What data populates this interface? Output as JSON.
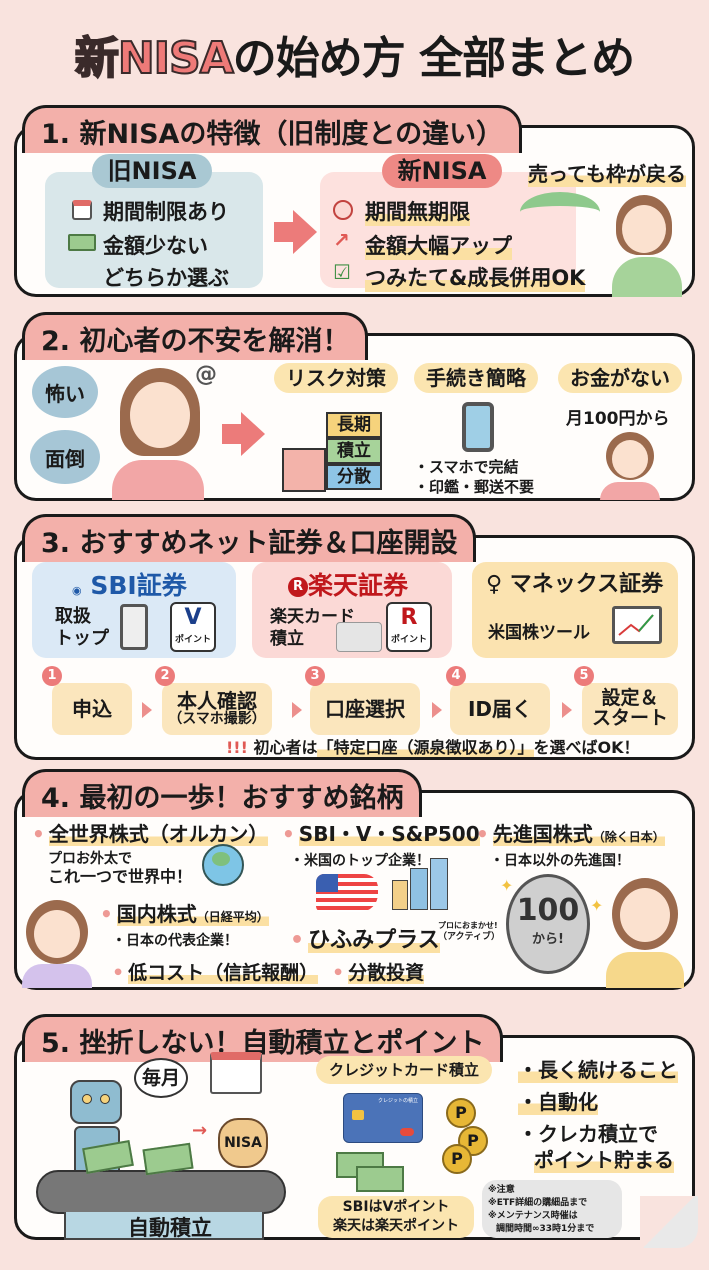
{
  "title": {
    "highlight": "新NISA",
    "rest": "の始め方 全部まとめ"
  },
  "section1": {
    "heading": "1. 新NISAの特徴（旧制度との違い）",
    "old": {
      "label": "旧NISA",
      "items": [
        "期間制限あり",
        "金額少ない",
        "どちらか選ぶ"
      ]
    },
    "new": {
      "label": "新NISA",
      "items": [
        "期間無期限",
        "金額大幅アップ",
        "つみたて&成長併用OK"
      ]
    },
    "callout": "売っても枠が戻る"
  },
  "section2": {
    "heading": "2. 初心者の不安を解消！",
    "worries": [
      "怖い",
      "面倒"
    ],
    "solutions": [
      {
        "label": "リスク対策",
        "blocks": [
          "長期",
          "積立",
          "分散"
        ]
      },
      {
        "label": "手続き簡略",
        "bullets": [
          "・スマホで完結",
          "・印鑑・郵送不要"
        ]
      },
      {
        "label": "お金がない",
        "note": "月100円から"
      }
    ]
  },
  "section3": {
    "heading": "3. おすすめネット証券＆口座開設",
    "brokers": [
      {
        "name": "SBI証券",
        "logo": "SBI",
        "feature": [
          "取扱",
          "トップ"
        ],
        "point_badge": "ポイント",
        "point_letter": "V"
      },
      {
        "name": "楽天証券",
        "logo": "R",
        "feature": [
          "楽天カード",
          "積立"
        ],
        "point_badge": "ポイント",
        "point_letter": "R"
      },
      {
        "name": "マネックス証券",
        "feature": [
          "米国株ツール"
        ]
      }
    ],
    "steps": [
      {
        "num": "1",
        "label": "申込",
        "sub": ""
      },
      {
        "num": "2",
        "label": "本人確認",
        "sub": "（スマホ撮影）"
      },
      {
        "num": "3",
        "label": "口座選択",
        "sub": ""
      },
      {
        "num": "4",
        "label": "ID届く",
        "sub": ""
      },
      {
        "num": "5",
        "label": "設定＆",
        "sub": "スタート"
      }
    ],
    "tip_prefix": "初心者は",
    "tip_highlight": "「特定口座（源泉徴収あり）」",
    "tip_suffix": "を選べばOK！"
  },
  "section4": {
    "heading": "4. 最初の一歩！おすすめ銘柄",
    "funds": [
      {
        "name": "全世界株式",
        "paren": "（オルカン）",
        "desc": [
          "プロお外太で",
          "これ一つで世界中！"
        ]
      },
      {
        "name": "SBI・V・S&P500",
        "paren": "",
        "desc": [
          "・米国のトップ企業！"
        ]
      },
      {
        "name": "先進国株式",
        "paren": "（除く日本）",
        "desc": [
          "・日本以外の先進国！"
        ]
      },
      {
        "name": "国内株式",
        "paren": "（日経平均）",
        "desc": [
          "・日本の代表企業！"
        ]
      },
      {
        "name": "ひふみプラス",
        "paren_top": "プロにおまかせ!",
        "paren": "（アクティブ）",
        "desc": []
      }
    ],
    "points": [
      "低コスト（信託報酬）",
      "分散投資"
    ],
    "coin": {
      "value": "100",
      "label": "から!"
    }
  },
  "section5": {
    "heading": "5. 挫折しない！自動積立とポイント",
    "speech": "毎月",
    "bag_label": "NISA",
    "conveyor_label": "自動積立",
    "card_title": "クレジットカード積立",
    "card_text": "クレジットの積立",
    "coin_letter": "P",
    "points_note": [
      "SBIはVポイント",
      "楽天は楽天ポイント"
    ],
    "tips": [
      "・長く続けること",
      "・自動化",
      "・クレカ積立で",
      "ポイント貯まる"
    ],
    "notice": [
      "※注意",
      "※ETF詳細の購細品まで",
      "※メンテナンス時催は",
      "調間時間∞33時1分まで"
    ]
  }
}
